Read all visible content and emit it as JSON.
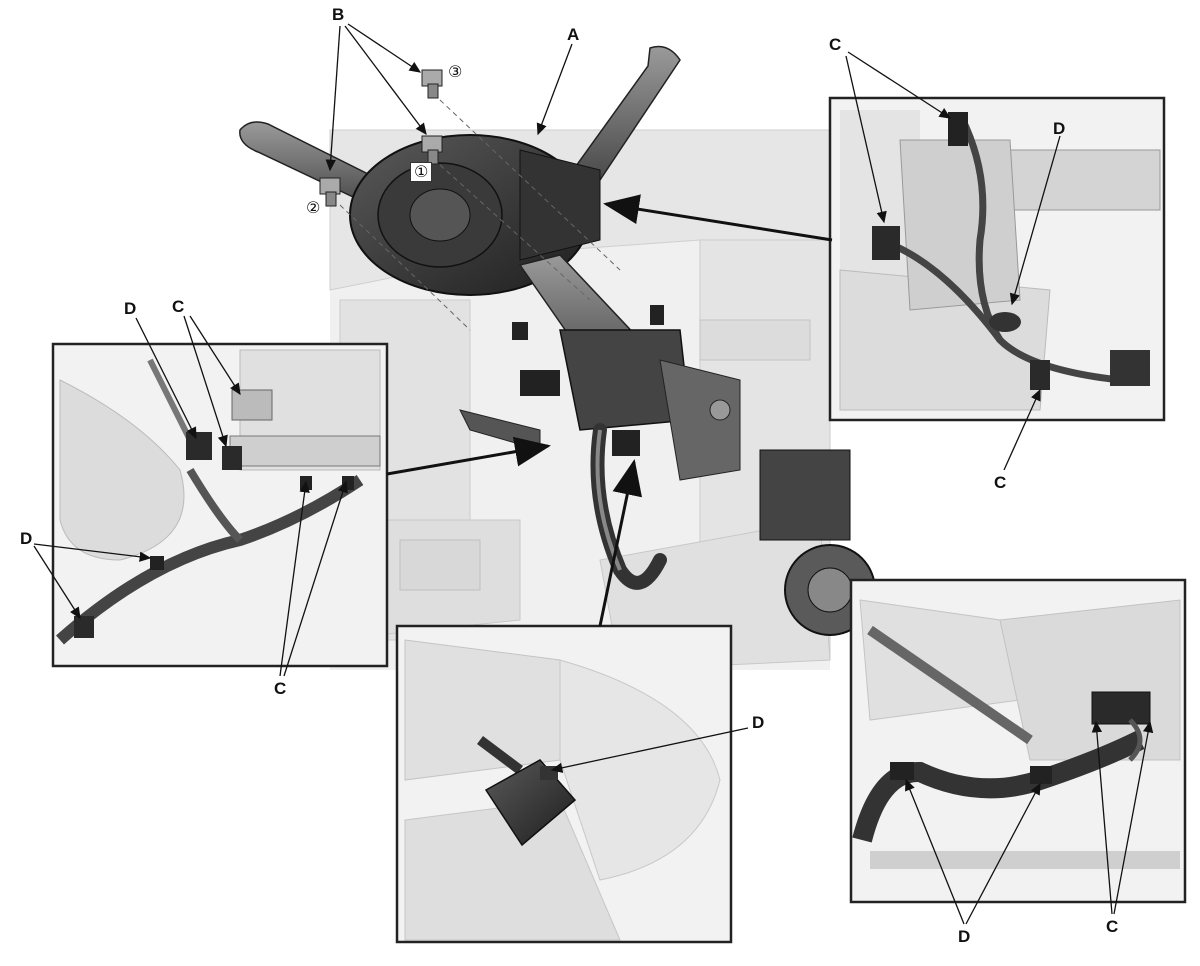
{
  "callouts": {
    "B": "B",
    "A": "A",
    "C_top_right": "C",
    "D_top_right": "D",
    "C_right_lower": "C",
    "D_left_a": "D",
    "C_left_a": "C",
    "D_left_b": "D",
    "C_left_bottom": "C",
    "D_bottom_center": "D",
    "D_bottom_right": "D",
    "C_bottom_right": "C"
  },
  "bolt_order": {
    "first": "①",
    "second": "②",
    "third": "③"
  },
  "colors": {
    "line": "#111111",
    "part_dark": "#2b2b2b",
    "part_mid": "#6e6e6e",
    "part_light": "#d6d6d6",
    "background_scene": "#eeeeee",
    "inset_border": "#222222"
  }
}
